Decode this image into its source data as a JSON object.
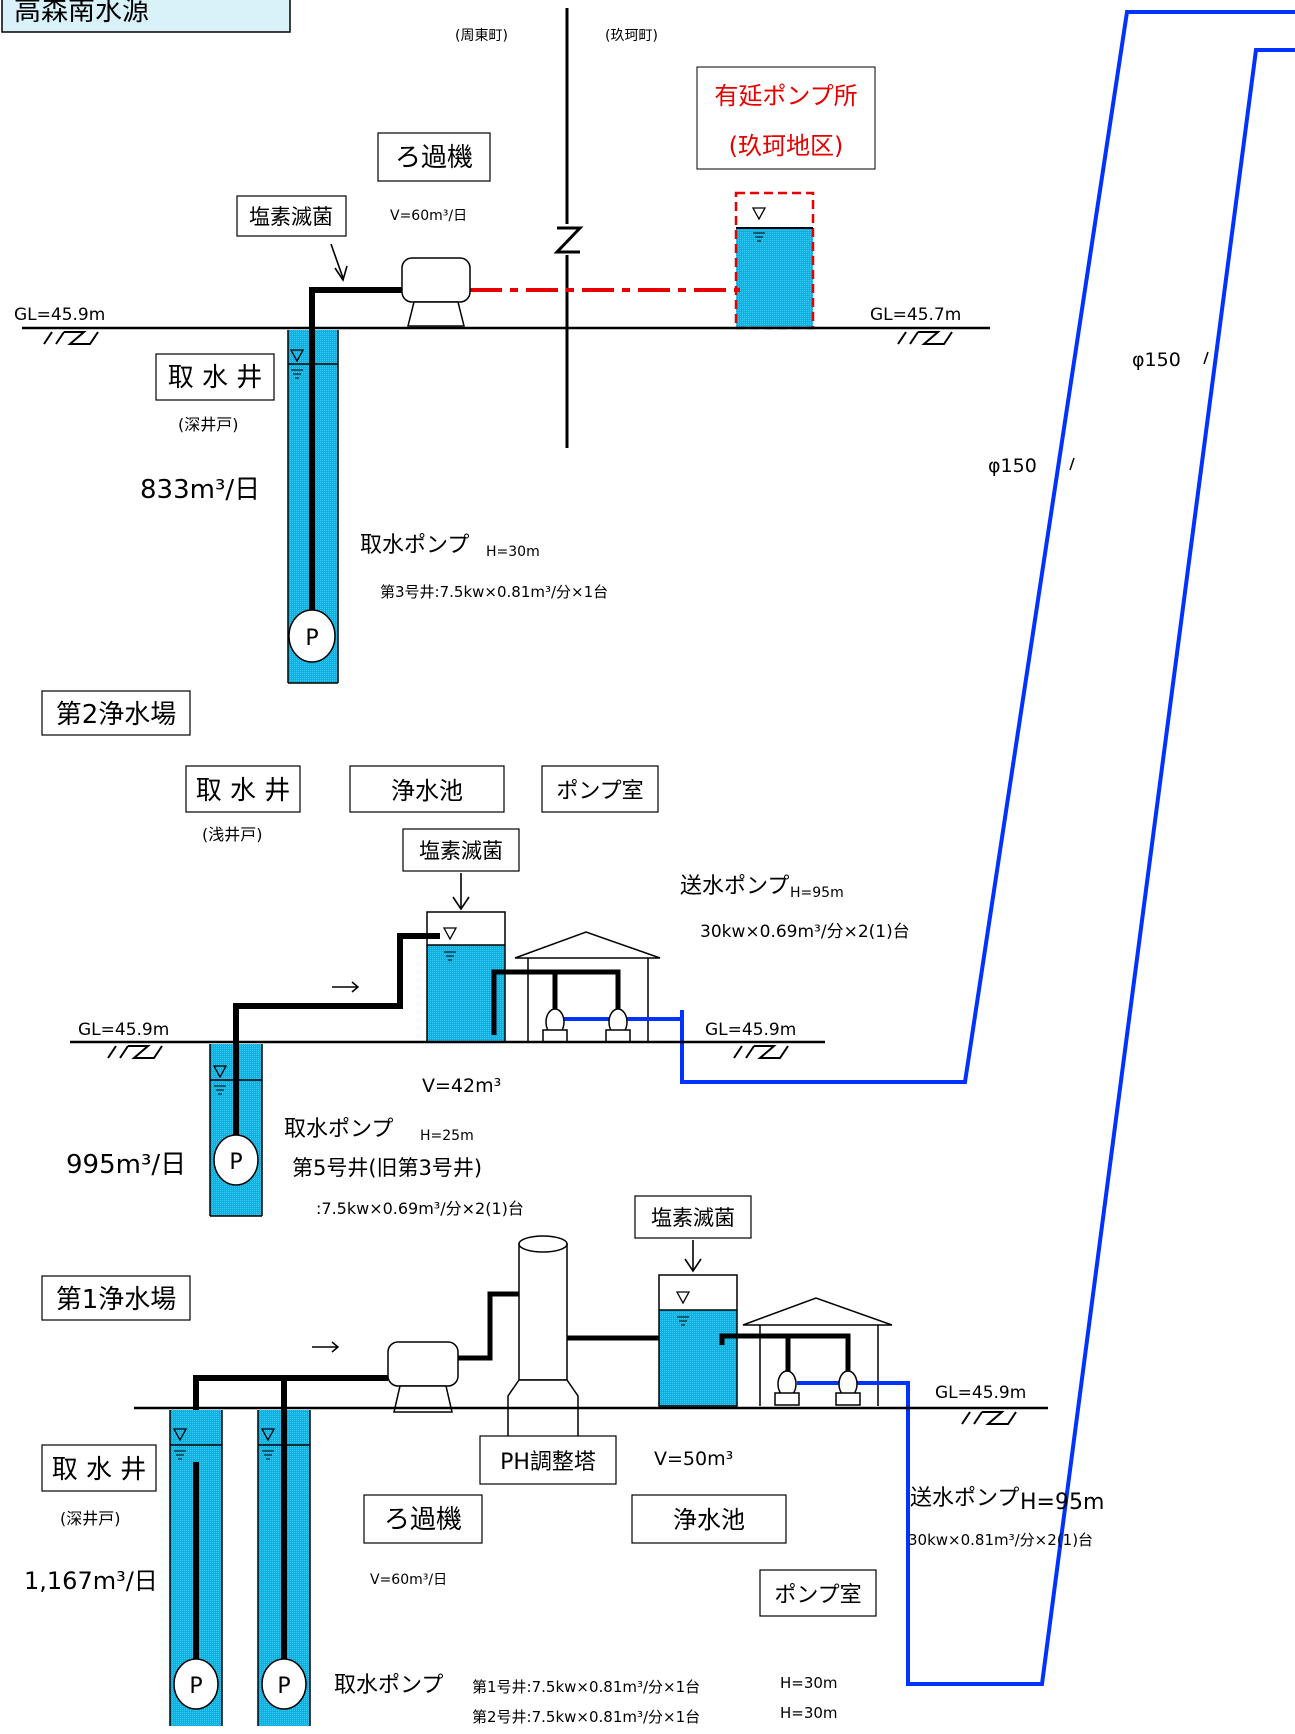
{
  "title": "高森南水源",
  "towns": {
    "left": "(周東町)",
    "right": "(玖珂町)"
  },
  "colors": {
    "water": "#00b4e6",
    "pipe": "#000000",
    "send_pipe": "#0033ff",
    "red_line": "#e60000"
  },
  "ariyoshi": {
    "name": "有延ポンプ所",
    "district": "(玖珂地区)"
  },
  "top": {
    "filter_label": "ろ過機",
    "filter_volume": "V=60m³/日",
    "chlorine": "塩素滅菌",
    "gl_left": "GL=45.9m",
    "gl_right": "GL=45.7m",
    "well_label": "取 水 井",
    "well_type": "(深井戸)",
    "flow": "833m³/日",
    "pump_title": "取水ポンプ",
    "pump_head": "H=30m",
    "pump_spec": "第3号井:7.5kw×0.81m³/分×1台",
    "pump_symbol": "P"
  },
  "pipes": {
    "phi_1": "φ150",
    "phi_2": "φ150"
  },
  "plant2": {
    "name": "第2浄水場",
    "well_label": "取 水 井",
    "well_type": "(浅井戸)",
    "tank_label": "浄水池",
    "pump_room": "ポンプ室",
    "chlorine": "塩素滅菌",
    "send_pump_title": "送水ポンプ",
    "send_pump_head": "H=95m",
    "send_pump_spec": "30kw×0.69m³/分×2(1)台",
    "gl_left": "GL=45.9m",
    "gl_right": "GL=45.9m",
    "tank_volume": "V=42m³",
    "intake_title": "取水ポンプ",
    "intake_head": "H=25m",
    "well_name": "第5号井(旧第3号井)",
    "intake_spec": ":7.5kw×0.69m³/分×2(1)台",
    "flow": "995m³/日",
    "pump_symbol": "P"
  },
  "plant1": {
    "name": "第1浄水場",
    "chlorine": "塩素滅菌",
    "gl": "GL=45.9m",
    "well_label": "取 水 井",
    "well_type": "(深井戸)",
    "flow": "1,167m³/日",
    "ph_tower": "PH調整塔",
    "tank_volume": "V=50m³",
    "filter_label": "ろ過機",
    "filter_volume": "V=60m³/日",
    "tank_label": "浄水池",
    "pump_room": "ポンプ室",
    "send_pump_title": "送水ポンプ",
    "send_pump_head": "H=95m",
    "send_pump_spec": "30kw×0.81m³/分×2(1)台",
    "intake_title": "取水ポンプ",
    "well1_spec": "第1号井:7.5kw×0.81m³/分×1台",
    "well1_head": "H=30m",
    "well2_spec": "第2号井:7.5kw×0.81m³/分×1台",
    "well2_head": "H=30m",
    "pump_symbol": "P"
  }
}
